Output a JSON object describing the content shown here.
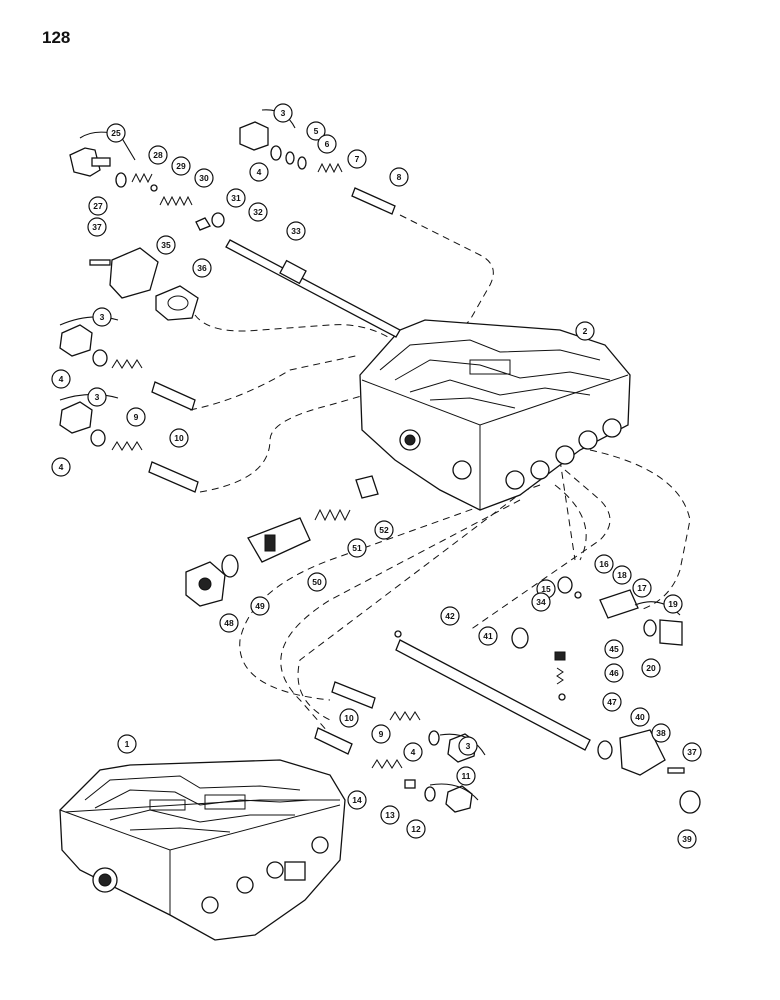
{
  "page": {
    "number": "128"
  },
  "callouts": [
    "1",
    "2",
    "3",
    "4",
    "5",
    "6",
    "7",
    "8",
    "9",
    "10",
    "11",
    "12",
    "13",
    "14",
    "15",
    "16",
    "17",
    "18",
    "19",
    "20",
    "25",
    "27",
    "28",
    "29",
    "30",
    "31",
    "32",
    "33",
    "34",
    "35",
    "36",
    "37",
    "38",
    "39",
    "40",
    "41",
    "42",
    "45",
    "46",
    "47",
    "48",
    "49",
    "50",
    "51",
    "52"
  ]
}
